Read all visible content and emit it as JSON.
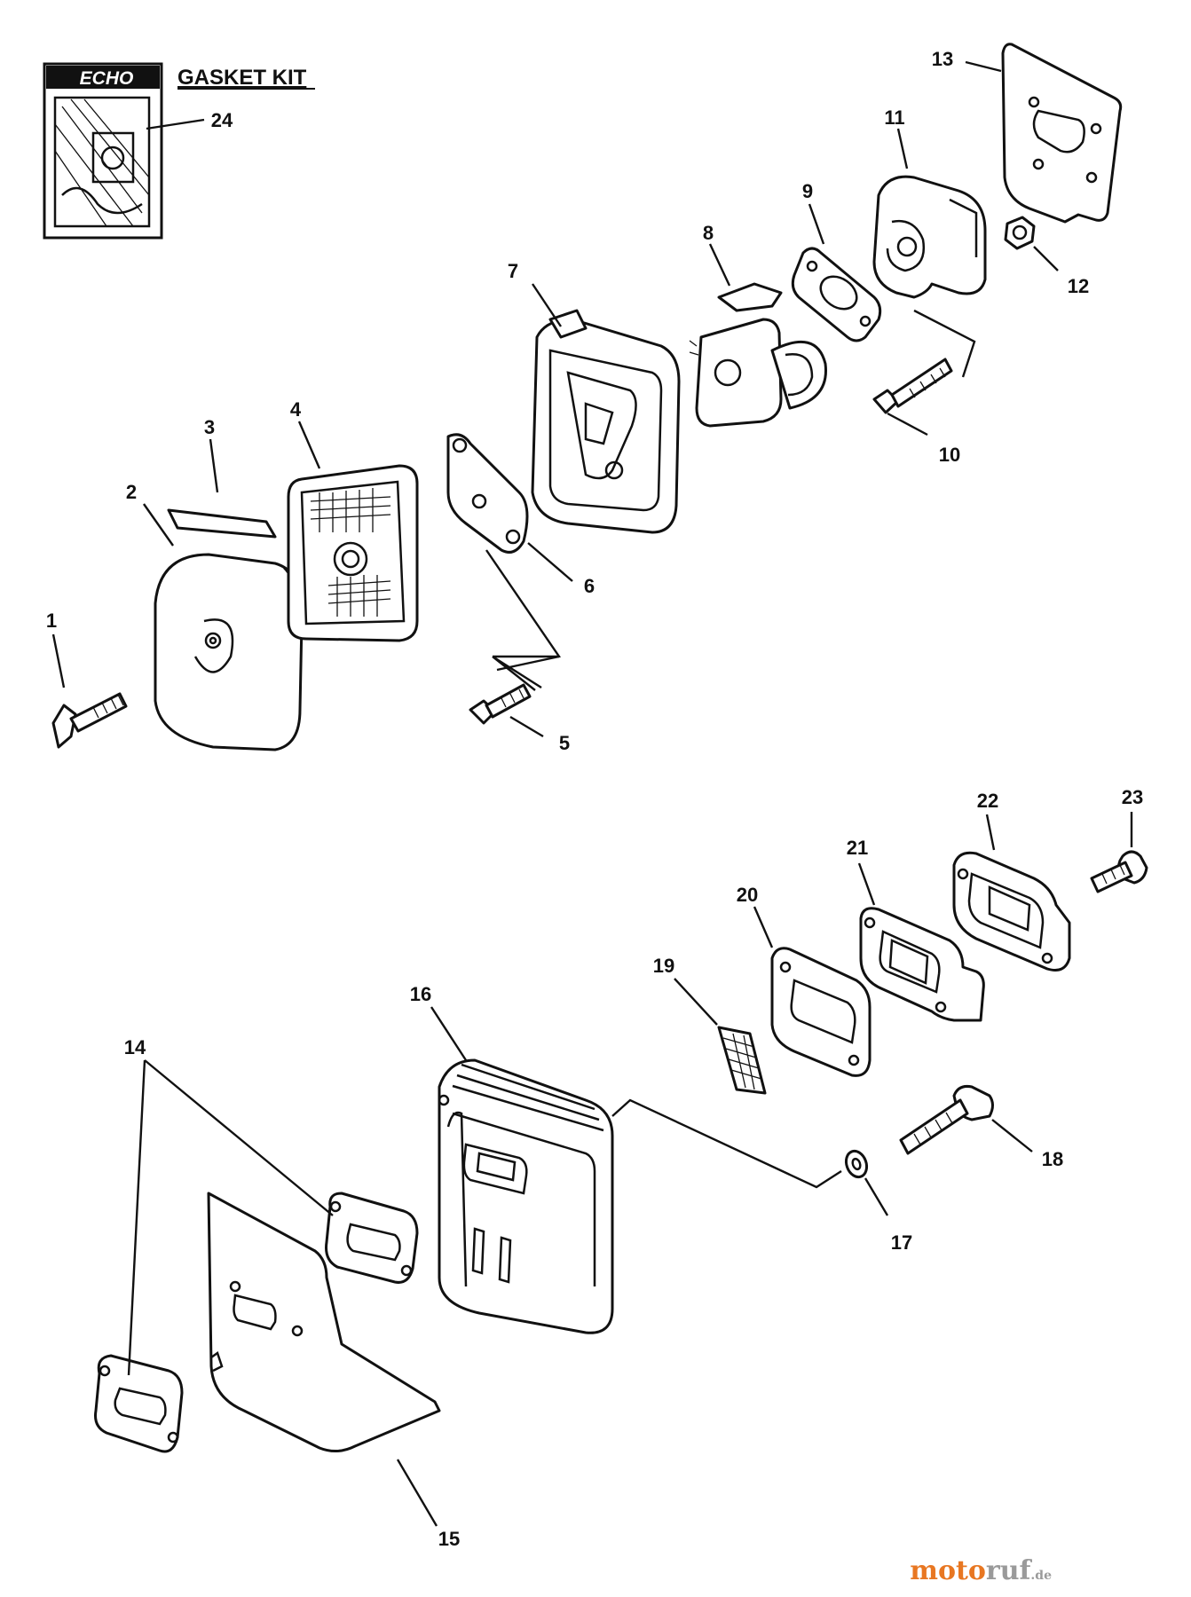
{
  "gasket_kit": {
    "brand": "ECHO",
    "title": "GASKET KIT"
  },
  "callouts": {
    "c1": "1",
    "c2": "2",
    "c3": "3",
    "c4": "4",
    "c5": "5",
    "c6": "6",
    "c7": "7",
    "c8": "8",
    "c9": "9",
    "c10": "10",
    "c11": "11",
    "c12": "12",
    "c13": "13",
    "c14": "14",
    "c15": "15",
    "c16": "16",
    "c17": "17",
    "c18": "18",
    "c19": "19",
    "c20": "20",
    "c21": "21",
    "c22": "22",
    "c23": "23",
    "c24": "24"
  },
  "watermark": {
    "part1": "moto",
    "part2": "ruf",
    "suffix": ".de"
  }
}
